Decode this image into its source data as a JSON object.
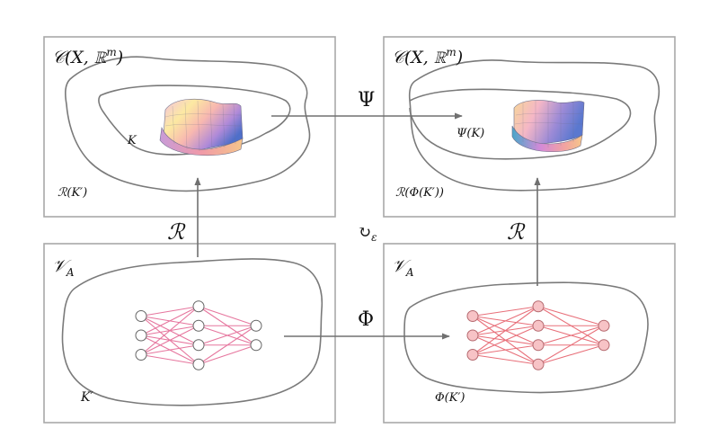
{
  "panels": {
    "top_left": {
      "title": "𝒞(X, ℝ",
      "title_sup": "m",
      "title_close": ")",
      "inner_label": "K",
      "outer_label": "ℛ(K′)"
    },
    "top_right": {
      "title": "𝒞(X, ℝ",
      "title_sup": "m",
      "title_close": ")",
      "inner_label": "Ψ(K)",
      "outer_label": "ℛ(Φ(K′))"
    },
    "bottom_left": {
      "title": "𝒱",
      "title_sub": "A",
      "set_label": "K′"
    },
    "bottom_right": {
      "title": "𝒱",
      "title_sub": "A",
      "set_label": "Φ(K′)"
    }
  },
  "arrows": {
    "psi": "Ψ",
    "phi": "Φ",
    "r_left": "ℛ",
    "r_right": "ℛ"
  },
  "commute": {
    "symbol": "↻",
    "sub": "ε"
  },
  "colors": {
    "left_network_edges": "#e6769e",
    "right_network_edges": "#e8707a",
    "right_network_nodes": "#f7c3c6"
  },
  "network": {
    "layers": [
      3,
      4,
      2
    ]
  }
}
